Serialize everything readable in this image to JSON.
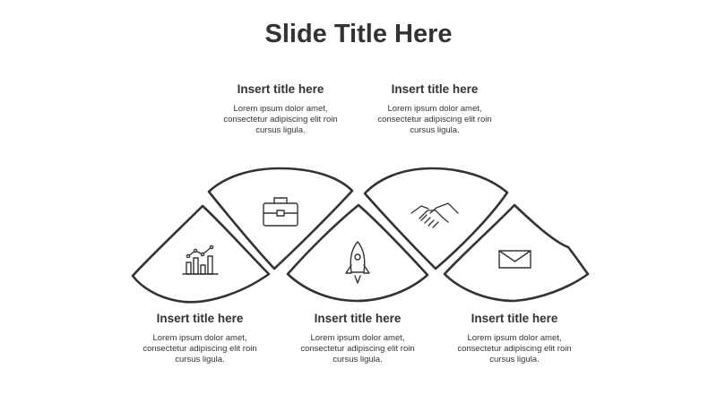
{
  "slide": {
    "title": "Slide Title Here"
  },
  "items": [
    {
      "title": "Insert title here",
      "body": "Lorem ipsum dolor amet, consectetur adipiscing elit roin cursus ligula.",
      "icon": "chart-icon"
    },
    {
      "title": "Insert title here",
      "body": "Lorem ipsum dolor amet, consectetur adipiscing elit roin cursus ligula.",
      "icon": "briefcase-icon"
    },
    {
      "title": "Insert title here",
      "body": "Lorem ipsum dolor amet, consectetur adipiscing elit roin cursus ligula.",
      "icon": "rocket-icon"
    },
    {
      "title": "Insert title here",
      "body": "Lorem ipsum dolor amet, consectetur adipiscing elit roin cursus ligula.",
      "icon": "handshake-icon"
    },
    {
      "title": "Insert title here",
      "body": "Lorem ipsum dolor amet, consectetur adipiscing elit roin cursus ligula.",
      "icon": "envelope-icon"
    }
  ],
  "colors": {
    "stroke": "#333333",
    "fill": "#ffffff",
    "text": "#333333"
  }
}
